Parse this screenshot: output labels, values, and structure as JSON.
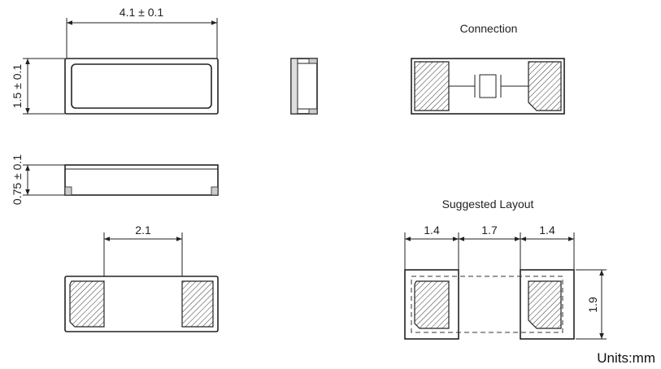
{
  "dimensions": {
    "length": "4.1 ± 0.1",
    "width": "1.5 ± 0.1",
    "height": "0.75 ± 0.1",
    "pad_spacing": "2.1"
  },
  "connection": {
    "title": "Connection"
  },
  "suggested_layout": {
    "title": "Suggested Layout",
    "pad_width_left": "1.4",
    "gap": "1.7",
    "pad_width_right": "1.4",
    "pad_height": "1.9"
  },
  "units": "Units:mm"
}
